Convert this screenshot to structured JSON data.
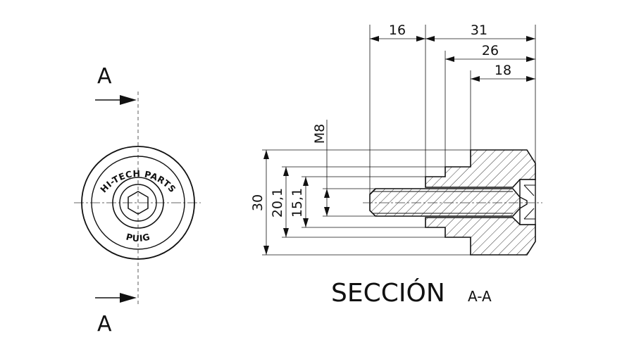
{
  "front_view": {
    "cut_label_top": "A",
    "cut_label_bottom": "A",
    "brand_top": "HI-TECH PARTS",
    "brand_bottom": "PUIG"
  },
  "section_view": {
    "title": "SECCIÓN",
    "subtitle": "A-A",
    "dimensions": {
      "d16": "16",
      "d31": "31",
      "d26": "26",
      "d18": "18",
      "thread": "M8",
      "d30": "30",
      "d20_1": "20,1",
      "d15_1": "15,1"
    }
  }
}
